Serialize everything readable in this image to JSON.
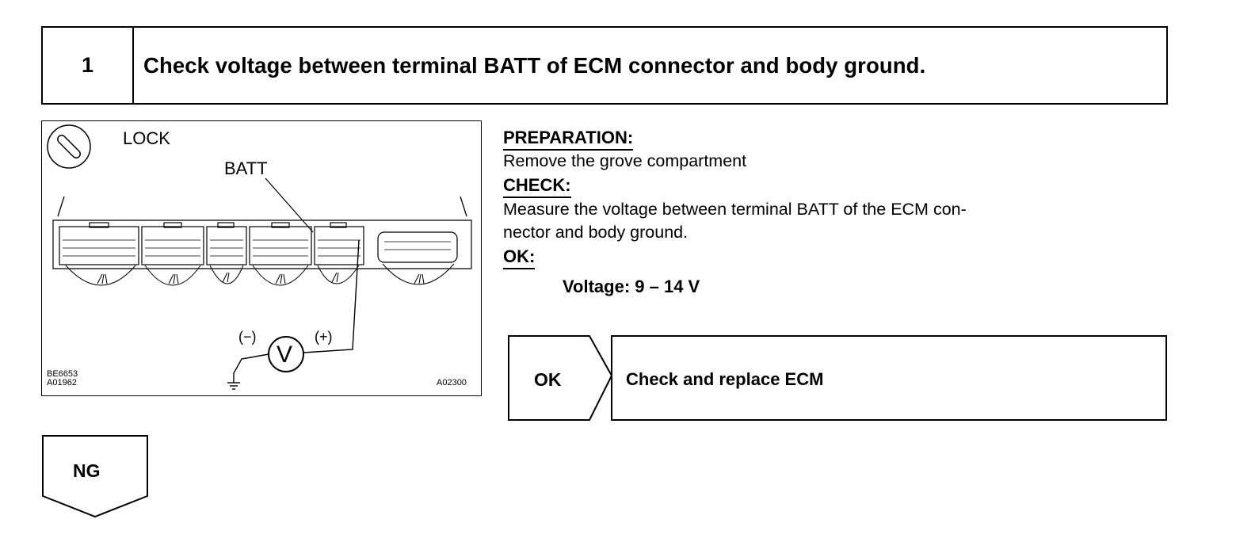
{
  "step": {
    "number": "1",
    "title": "Check voltage between terminal BATT of ECM connector and body ground."
  },
  "diagram": {
    "lock_label": "LOCK",
    "batt_label": "BATT",
    "minus_label": "(−)",
    "plus_label": "(+)",
    "meter_symbol": "V",
    "code_left_1": "BE6653",
    "code_left_2": "A01962",
    "code_right": "A02300"
  },
  "preparation": {
    "heading": "PREPARATION:",
    "text": "Remove the grove compartment"
  },
  "check": {
    "heading": "CHECK:",
    "line1": "Measure the voltage between terminal BATT of the ECM con-",
    "line2": "nector and body ground."
  },
  "ok_spec": {
    "heading": "OK:",
    "value": "Voltage: 9 – 14 V"
  },
  "ok_result": {
    "label": "OK",
    "text": "Check and replace ECM"
  },
  "ng_result": {
    "label": "NG"
  }
}
